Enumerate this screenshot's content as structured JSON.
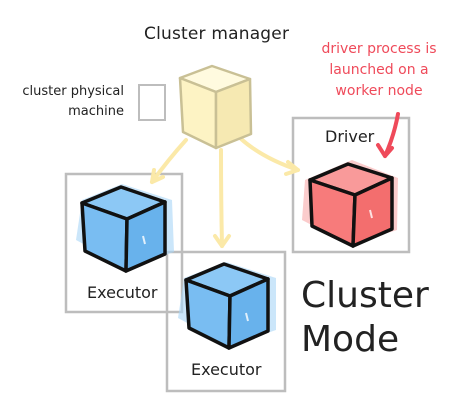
{
  "title": "Cluster manager",
  "legend": {
    "line1": "cluster physical",
    "line2": "machine"
  },
  "annotation": {
    "line1": "driver process is",
    "line2": "launched on a",
    "line3": "worker node",
    "color": "#ef4a5a"
  },
  "nodes": {
    "driver_label": "Driver",
    "executor1_label": "Executor",
    "executor2_label": "Executor"
  },
  "mode": {
    "line1": "Cluster",
    "line2": "Mode"
  },
  "colors": {
    "cluster_manager": "#fdf3c4",
    "driver": "#f77b7b",
    "executor": "#79bdf2",
    "arrow_manager": "#fbe9a8",
    "machine_border": "#bdbdbd",
    "outline": "#111111"
  }
}
